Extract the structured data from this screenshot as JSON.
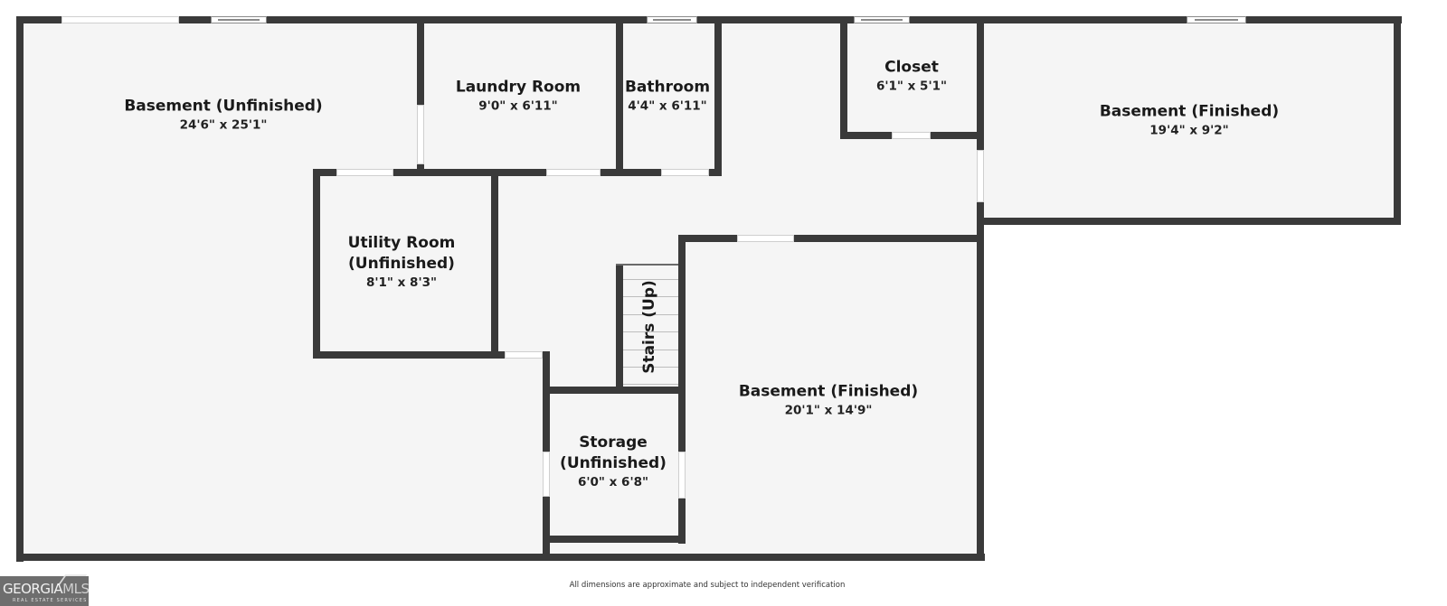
{
  "floor_plan": {
    "rooms": [
      {
        "name": "Basement (Unfinished)",
        "dimensions": "24'6\" x 25'1\""
      },
      {
        "name": "Laundry Room",
        "dimensions": "9'0\" x 6'11\""
      },
      {
        "name": "Bathroom",
        "dimensions": "4'4\" x 6'11\""
      },
      {
        "name": "Closet",
        "dimensions": "6'1\" x 5'1\""
      },
      {
        "name": "Basement (Finished)",
        "dimensions": "19'4\" x 9'2\""
      },
      {
        "name": "Utility Room (Unfinished)",
        "name_line1": "Utility Room",
        "name_line2": "(Unfinished)",
        "dimensions": "8'1\" x 8'3\""
      },
      {
        "name": "Basement (Finished)",
        "dimensions": "20'1\" x 14'9\""
      },
      {
        "name": "Storage (Unfinished)",
        "name_line1": "Storage",
        "name_line2": "(Unfinished)",
        "dimensions": "6'0\" x 6'8\""
      }
    ],
    "stairs": {
      "label": "Stairs (Up)"
    },
    "colors": {
      "wall": "#3a3a3a",
      "floor": "#f5f5f5",
      "background": "#ffffff"
    }
  },
  "footer": {
    "disclaimer": "All dimensions are approximate and subject to independent verification",
    "logo": {
      "brand_main": "GEORGIA",
      "brand_accent": "MLS",
      "tagline": "REAL ESTATE SERVICES"
    }
  }
}
